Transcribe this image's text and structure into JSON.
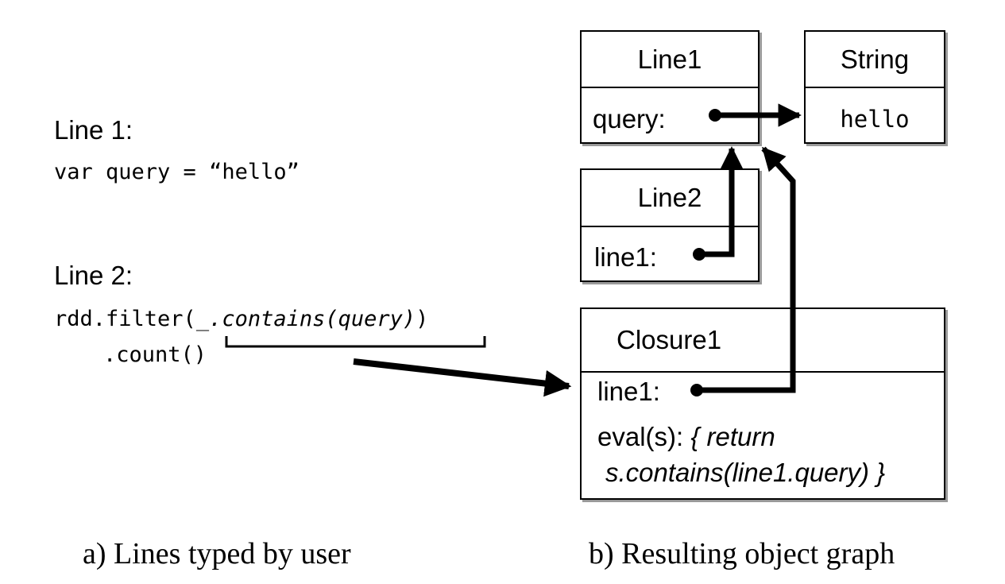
{
  "left": {
    "line1_label": "Line 1:",
    "line1_code": "var query = “hello”",
    "line2_label": "Line 2:",
    "line2_code_prefix": "rdd.filter(",
    "line2_code_italic": "_.contains(query)",
    "line2_code_suffix": ")",
    "line2_code_cont": ".count()",
    "caption": "a) Lines typed by user"
  },
  "graph": {
    "line1_box": {
      "title": "Line1",
      "field": "query:"
    },
    "string_box": {
      "title": "String",
      "value": "hello"
    },
    "line2_box": {
      "title": "Line2",
      "field": "line1:"
    },
    "closure_box": {
      "title": "Closure1",
      "field": "line1:",
      "eval_prefix": "eval(s): ",
      "eval_italic_1": "{ return",
      "eval_italic_2": "s.contains(line1.query) }"
    },
    "caption": "b) Resulting object graph"
  }
}
